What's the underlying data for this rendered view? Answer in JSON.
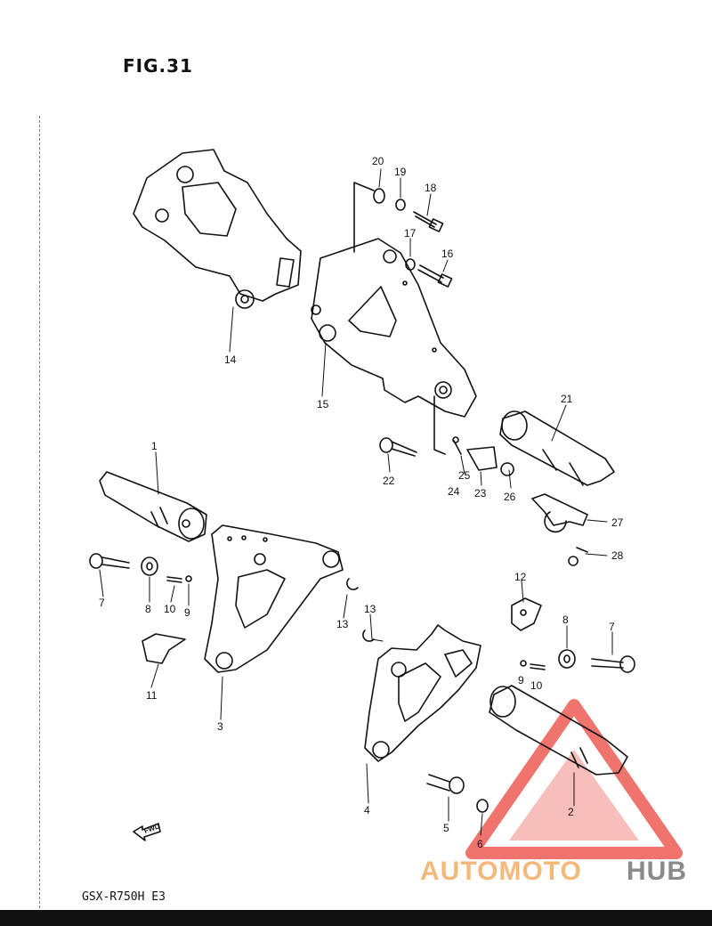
{
  "figure_title": "FIG.31",
  "model": "GSX-R750H  E3",
  "fwd_label": "FWD",
  "watermark": {
    "part1": "AUTOMOTO",
    "part2": "HUB",
    "color1": "#f4b97a",
    "color2": "#8a8a8a",
    "triangle": "#e8453c"
  },
  "callouts": {
    "c1": "1",
    "c2": "2",
    "c3": "3",
    "c4": "4",
    "c5": "5",
    "c6": "6",
    "c7a": "7",
    "c7b": "7",
    "c8a": "8",
    "c8b": "8",
    "c9a": "9",
    "c9b": "9",
    "c10a": "10",
    "c10b": "10",
    "c11": "11",
    "c12": "12",
    "c13a": "13",
    "c13b": "13",
    "c14": "14",
    "c15": "15",
    "c16": "16",
    "c17": "17",
    "c18": "18",
    "c19": "19",
    "c20": "20",
    "c21": "21",
    "c22": "22",
    "c23": "23",
    "c24": "24",
    "c25": "25",
    "c26": "26",
    "c27": "27",
    "c28": "28"
  }
}
